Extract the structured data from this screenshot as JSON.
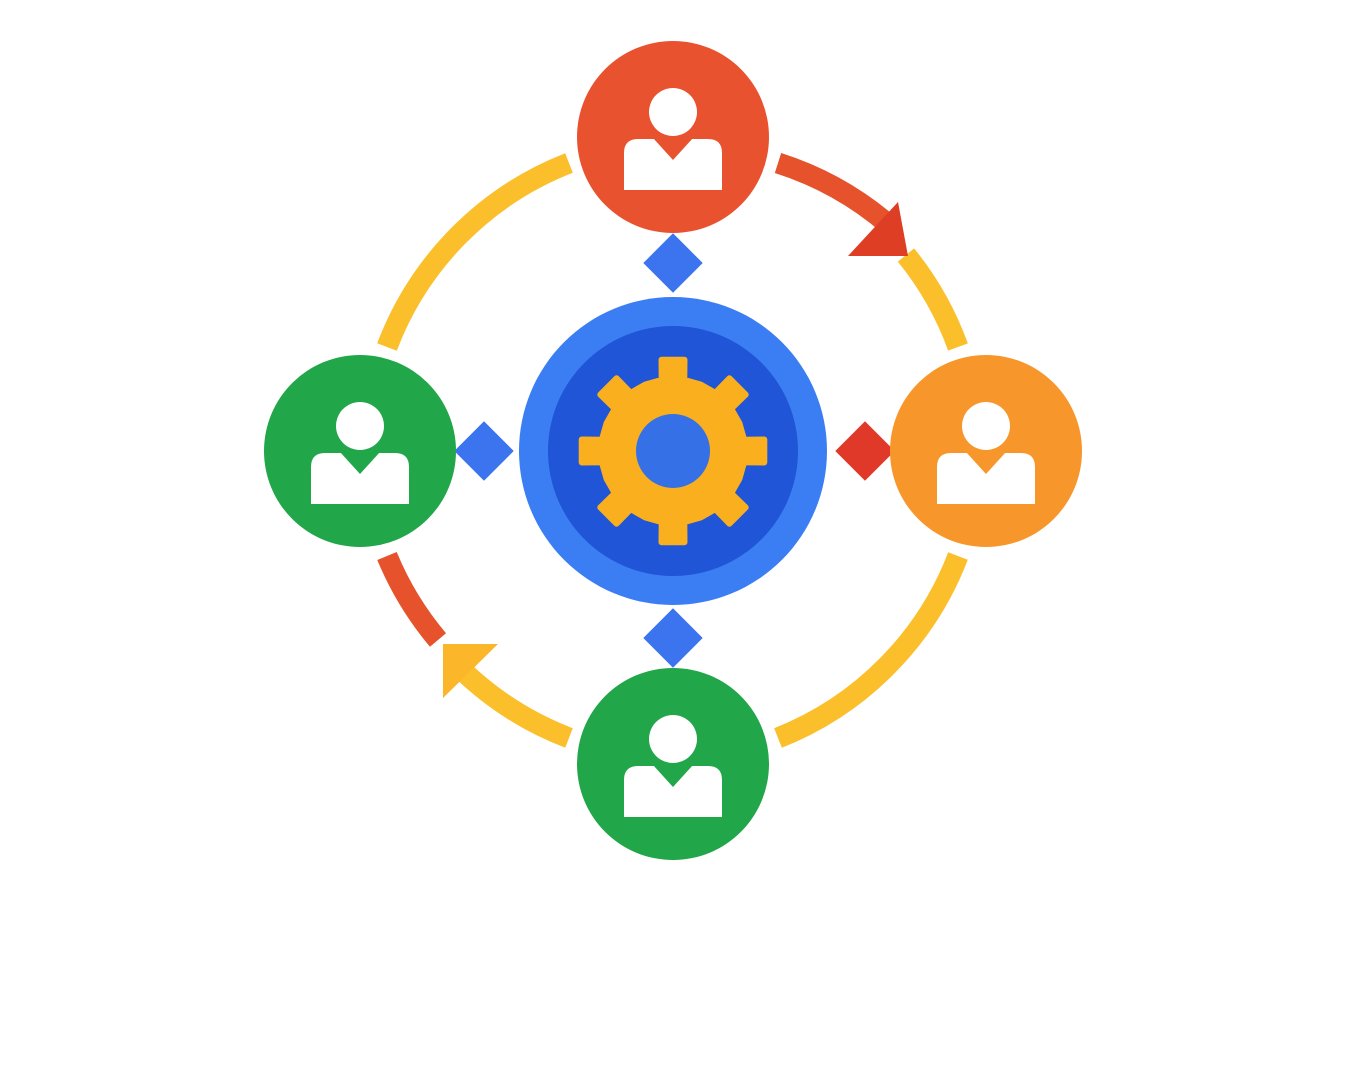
{
  "diagram": {
    "center": {
      "icon": "gear-icon",
      "outer_color": "#3B7EF3",
      "inner_color": "#1F55D6",
      "gear_color": "#F9AF1E",
      "hub_color": "#3570E6"
    },
    "people": [
      {
        "id": "top",
        "icon": "person-icon",
        "color": "#E9522F"
      },
      {
        "id": "right",
        "icon": "person-icon",
        "color": "#F7962B"
      },
      {
        "id": "bottom",
        "icon": "person-icon",
        "color": "#21A64A"
      },
      {
        "id": "left",
        "icon": "person-icon",
        "color": "#21A64A"
      }
    ],
    "connectors": [
      {
        "between": "top-center",
        "shape": "diamond",
        "color": "#3B74EE"
      },
      {
        "between": "right-center",
        "shape": "diamond",
        "color": "#E0392A"
      },
      {
        "between": "bottom-center",
        "shape": "diamond",
        "color": "#3B74EE"
      },
      {
        "between": "left-center",
        "shape": "diamond",
        "color": "#3B74EE"
      }
    ],
    "cycle": {
      "arc_color": "#FBBF2C",
      "accent_color": "#E5522B",
      "arrow_top_right_color": "#DE3E24",
      "arrow_bottom_left_color": "#FBB62A"
    }
  }
}
